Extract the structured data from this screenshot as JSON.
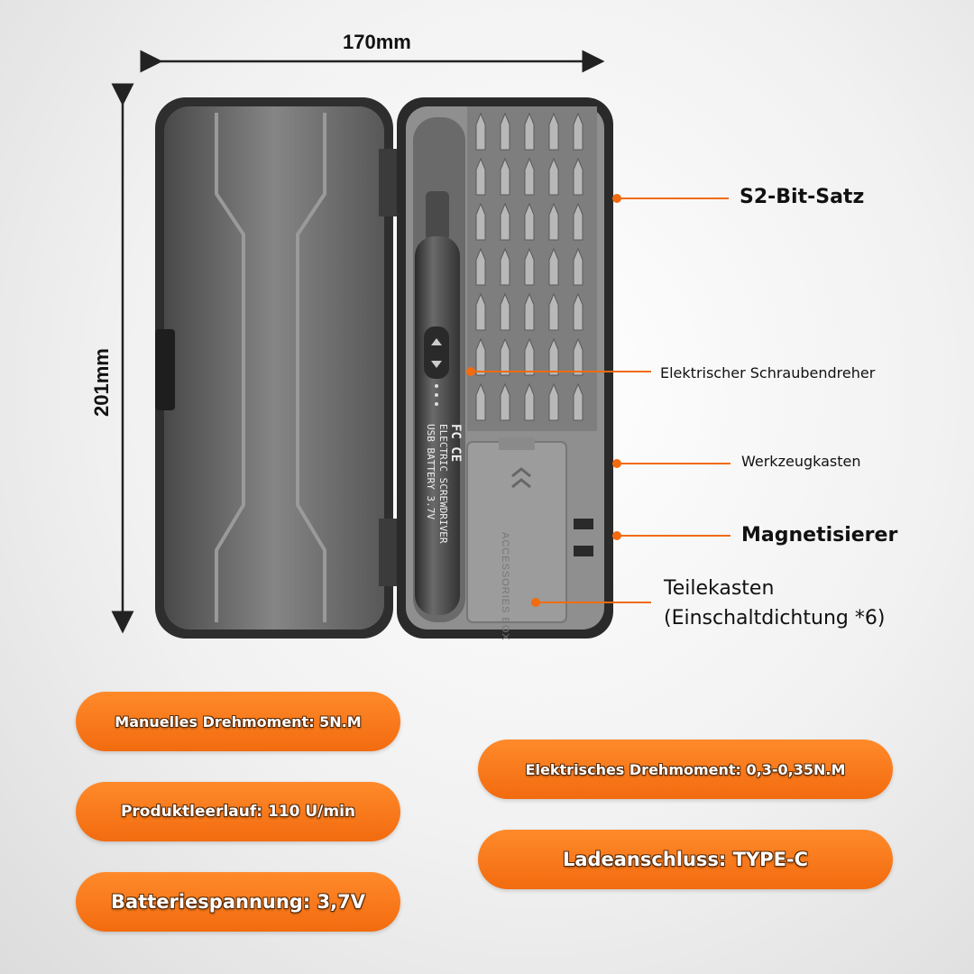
{
  "dimensions": {
    "width": "170mm",
    "height": "201mm"
  },
  "callouts": {
    "bits": "S2-Bit-Satz",
    "screwdriver": "Elektrischer Schraubendreher",
    "toolbox": "Werkzeugkasten",
    "magnetizer": "Magnetisierer",
    "parts_line1": "Teilekasten",
    "parts_line2": "(Einschaltdichtung *6)"
  },
  "device_text": {
    "line1": "ELECTRIC SCREWDRIVER",
    "line2": "USB BATTERY 3.7V",
    "fc": "FC CE",
    "box_label": "ACCESSORIES BOX"
  },
  "specs": {
    "manual_torque": "Manuelles Drehmoment: 5N.M",
    "idle_speed": "Produktleerlauf: 110 U/min",
    "battery": "Batteriespannung: 3,7V",
    "electric_torque": "Elektrisches Drehmoment: 0,3-0,35N.M",
    "charging": "Ladeanschluss: TYPE-C"
  },
  "colors": {
    "accent": "#f26b0f",
    "case": "#3a3a3a",
    "tray": "#8c8c8c"
  }
}
